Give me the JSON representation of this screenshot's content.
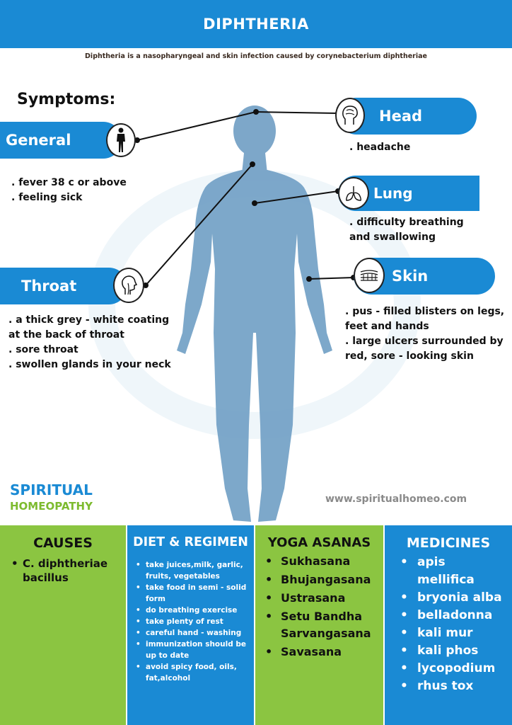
{
  "header": {
    "title": "DIPHTHERIA"
  },
  "subtitle": "Diphtheria is a nasopharyngeal and skin infection caused by corynebacterium diphtheriae",
  "symptoms_title": "Symptoms:",
  "sections": {
    "general": {
      "label": "General",
      "items": [
        ". fever 38 c or above",
        ". feeling sick"
      ]
    },
    "head": {
      "label": "Head",
      "items": [
        ". headache"
      ]
    },
    "lung": {
      "label": "Lung",
      "items": [
        ". difficulty breathing",
        "and swallowing"
      ]
    },
    "throat": {
      "label": "Throat",
      "items": [
        ". a thick grey - white coating",
        "at the back of throat",
        ". sore throat",
        ". swollen glands in your neck"
      ]
    },
    "skin": {
      "label": "Skin",
      "items": [
        ". pus - filled blisters on legs,",
        "feet and hands",
        ". large ulcers surrounded by",
        "red, sore - looking skin"
      ]
    }
  },
  "brand": {
    "line1": "SPIRITUAL",
    "line2": "HOMEOPATHY",
    "website": "www.spiritualhomeo.com"
  },
  "columns": {
    "causes": {
      "title": "CAUSES",
      "items": [
        "C. diphtheriae bacillus"
      ]
    },
    "diet": {
      "title": "DIET & REGIMEN",
      "items": [
        "take juices,milk, garlic, fruits, vegetables",
        "take food in semi - solid form",
        "do breathing exercise",
        "take plenty of rest",
        "careful hand - washing",
        "immunization should be up to date",
        "avoid spicy food, oils, fat,alcohol"
      ]
    },
    "yoga": {
      "title": "YOGA ASANAS",
      "items": [
        "Sukhasana",
        "Bhujangasana",
        "Ustrasana",
        "Setu Bandha Sarvangasana",
        "Savasana"
      ]
    },
    "medicines": {
      "title": "MEDICINES",
      "items": [
        "apis mellifica",
        "bryonia alba",
        "belladonna",
        "kali mur",
        "kali phos",
        "lycopodium",
        "rhus tox"
      ]
    }
  },
  "colors": {
    "blue": "#1a8ad4",
    "green": "#8bc541",
    "body": "#6f9ec4"
  }
}
